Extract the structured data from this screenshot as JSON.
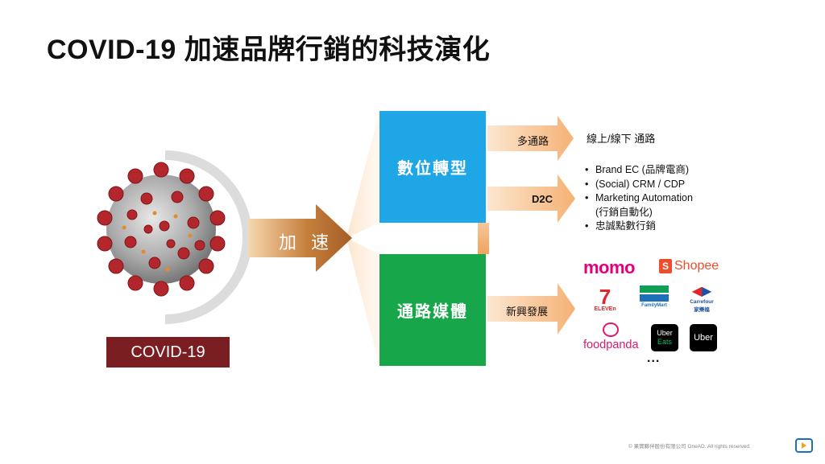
{
  "slide": {
    "title": "COVID-19 加速品牌行銷的科技演化",
    "virus_label": "COVID-19",
    "accelerate_label": "加 速"
  },
  "boxes": {
    "digital_transformation": "數位轉型",
    "channel_media": "通路媒體"
  },
  "arrows": {
    "multi_channel": "多通路",
    "d2c": "D2C",
    "emerging": "新興發展"
  },
  "multi_channel_detail": "線上/線下 通路",
  "d2c_items": [
    "Brand EC (品牌電商)",
    "(Social) CRM / CDP",
    "Marketing Automation\n(行銷自動化)",
    "忠誠點數行銷"
  ],
  "logos": {
    "momo": "momo",
    "shopee": "Shopee",
    "seven_num": "7",
    "seven_sub": "ELEVEn",
    "familymart": "FamilyMart",
    "carrefour": "Carrefour",
    "carrefour_sub": "家樂福",
    "foodpanda": "foodpanda",
    "ubereats_1": "Uber",
    "ubereats_2": "Eats",
    "uber": "Uber",
    "more": "..."
  },
  "colors": {
    "covid_label_bg": "#7a1e22",
    "accelerate_arrow": "#a7602a",
    "blue_box": "#1ea6e6",
    "green_box": "#17a64a",
    "arrow_orange": "#f6b67a"
  },
  "footer": {
    "copyright": "© 果實夥伴股份有限公司 OneAD. All rights reserved."
  }
}
